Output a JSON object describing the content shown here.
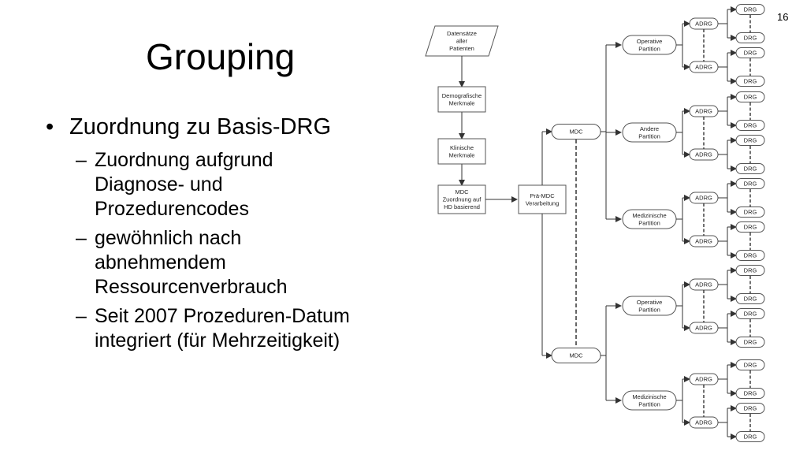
{
  "slide": {
    "title": "Grouping",
    "slide_number": "16",
    "bullet": "Zuordnung zu Basis-DRG",
    "sub_bullets": [
      [
        "Zuordnung aufgrund",
        "Diagnose- und",
        "Prozedurencodes"
      ],
      [
        "gewöhnlich nach",
        "abnehmendem",
        "Ressourcenverbrauch"
      ],
      [
        "Seit 2007 Prozeduren-Datum",
        "integriert (für Mehrzeitigkeit)"
      ]
    ]
  },
  "diagram": {
    "input": [
      "Datensätze",
      "aller",
      "Patienten"
    ],
    "steps": [
      [
        "Demografische",
        "Merkmale"
      ],
      [
        "Klinische",
        "Merkmale"
      ],
      [
        "MDC",
        "Zuordnung auf",
        "HD basierend"
      ]
    ],
    "pre_mdc": [
      "Prä-MDC",
      "Verarbeitung"
    ],
    "mdc_label": "MDC",
    "partitions": [
      [
        "Operative",
        "Partition"
      ],
      [
        "Andere",
        "Partition"
      ],
      [
        "Medizinische",
        "Partition"
      ],
      [
        "Operative",
        "Partition"
      ],
      [
        "Medizinische",
        "Partition"
      ]
    ],
    "adrg_label": "ADRG",
    "drg_label": "DRG"
  }
}
